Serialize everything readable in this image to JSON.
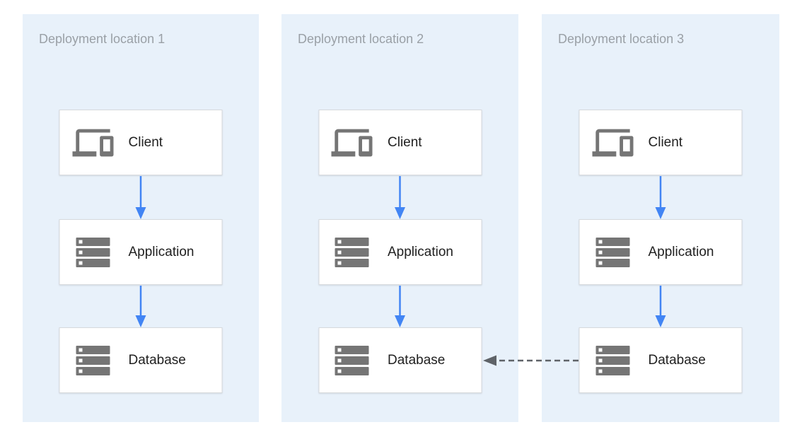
{
  "colors": {
    "canvas-bg": "#ffffff",
    "panel-bg": "#e8f1fa",
    "panel-title": "#9aa0a6",
    "box-bg": "#ffffff",
    "box-border": "#d7dadd",
    "label-text": "#212121",
    "icon-gray": "#757575",
    "arrow-blue": "#4285f4",
    "arrow-gray": "#5f6368"
  },
  "diagram": {
    "locations": [
      {
        "title": "Deployment location 1",
        "nodes": [
          {
            "label": "Client",
            "icon": "devices-icon"
          },
          {
            "label": "Application",
            "icon": "server-icon"
          },
          {
            "label": "Database",
            "icon": "server-icon"
          }
        ]
      },
      {
        "title": "Deployment location 2",
        "nodes": [
          {
            "label": "Client",
            "icon": "devices-icon"
          },
          {
            "label": "Application",
            "icon": "server-icon"
          },
          {
            "label": "Database",
            "icon": "server-icon"
          }
        ]
      },
      {
        "title": "Deployment location 3",
        "nodes": [
          {
            "label": "Client",
            "icon": "devices-icon"
          },
          {
            "label": "Application",
            "icon": "server-icon"
          },
          {
            "label": "Database",
            "icon": "server-icon"
          }
        ]
      }
    ],
    "connections": [
      {
        "location": "Deployment location 1",
        "from": "Client",
        "to": "Application",
        "style": "solid-blue-arrow"
      },
      {
        "location": "Deployment location 1",
        "from": "Application",
        "to": "Database",
        "style": "solid-blue-arrow"
      },
      {
        "location": "Deployment location 2",
        "from": "Client",
        "to": "Application",
        "style": "solid-blue-arrow"
      },
      {
        "location": "Deployment location 2",
        "from": "Application",
        "to": "Database",
        "style": "solid-blue-arrow"
      },
      {
        "location": "Deployment location 3",
        "from": "Client",
        "to": "Application",
        "style": "solid-blue-arrow"
      },
      {
        "location": "Deployment location 3",
        "from": "Application",
        "to": "Database",
        "style": "solid-blue-arrow"
      },
      {
        "from": "Database (Deployment location 3)",
        "to": "Database (Deployment location 2)",
        "style": "dashed-gray-arrow"
      }
    ]
  }
}
